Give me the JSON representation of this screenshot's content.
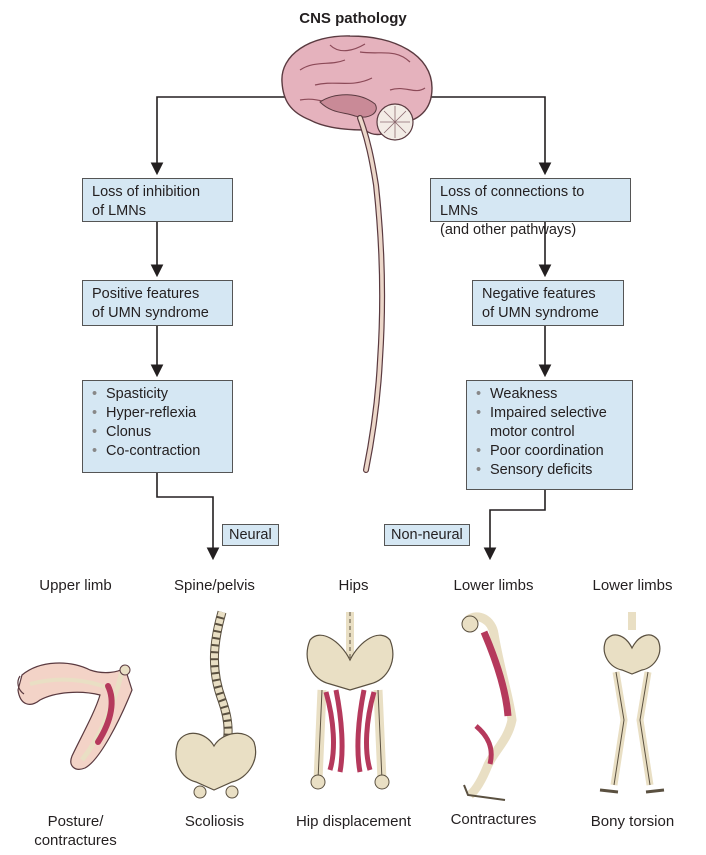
{
  "title": "CNS pathology",
  "left_path": {
    "box1": "Loss of inhibition of LMNs",
    "box1_line1": "Loss of inhibition",
    "box1_line2": "of LMNs",
    "box2_line1": "Positive features",
    "box2_line2": "of UMN syndrome",
    "features": [
      "Spasticity",
      "Hyper-reflexia",
      "Clonus",
      "Co-contraction"
    ],
    "tag": "Neural"
  },
  "right_path": {
    "box1_line1": "Loss of connections to LMNs",
    "box1_line2": "(and other pathways)",
    "box2_line1": "Negative features",
    "box2_line2": "of UMN syndrome",
    "features": [
      "Weakness",
      "Impaired selective",
      "motor control",
      "Poor coordination",
      "Sensory deficits"
    ],
    "tag": "Non-neural"
  },
  "panels": [
    {
      "top": "Upper limb",
      "bottom_line1": "Posture/",
      "bottom_line2": "contractures",
      "icon": "arm-icon"
    },
    {
      "top": "Spine/pelvis",
      "bottom_line1": "Scoliosis",
      "bottom_line2": "",
      "icon": "spine-icon"
    },
    {
      "top": "Hips",
      "bottom_line1": "Hip displacement",
      "bottom_line2": "",
      "icon": "hips-icon"
    },
    {
      "top": "Lower limbs",
      "bottom_line1": "Contractures",
      "bottom_line2": "",
      "icon": "leg-icon"
    },
    {
      "top": "Lower limbs",
      "bottom_line1": "Bony torsion",
      "bottom_line2": "",
      "icon": "skeleton-legs-icon"
    }
  ],
  "colors": {
    "box_fill": "#d5e7f3",
    "muscle": "#b5395c",
    "bone": "#e9dfc4",
    "brain": "#d99aa8"
  }
}
